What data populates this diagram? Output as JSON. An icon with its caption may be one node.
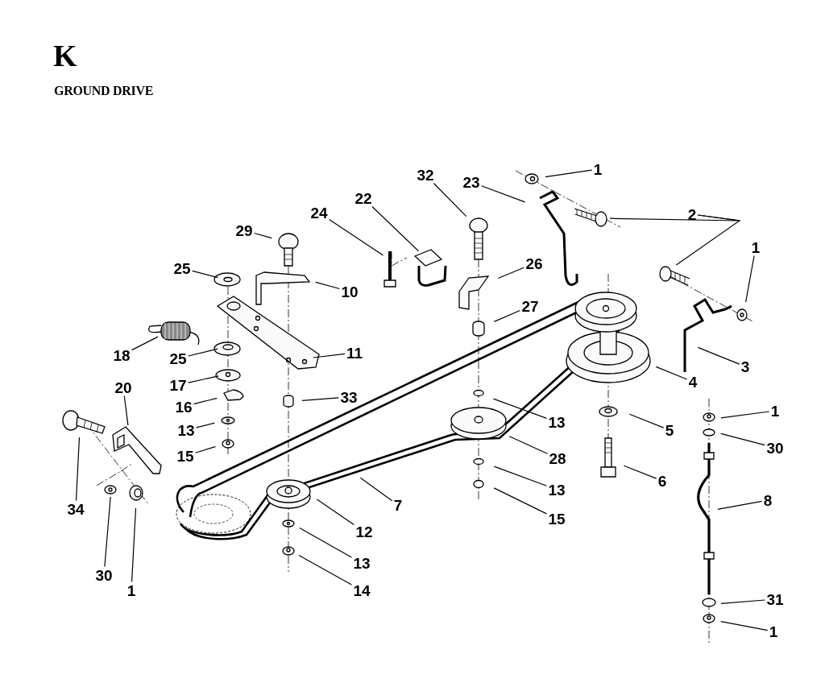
{
  "diagram": {
    "title": "GROUND DRIVE",
    "nodes": [
      {
        "text": [
          "1"
        ]
      },
      {
        "text": [
          "32"
        ]
      },
      {
        "text": [
          "23"
        ]
      },
      {
        "text": [
          "22"
        ]
      },
      {
        "text": [
          "2"
        ]
      },
      {
        "text": [
          "24"
        ]
      },
      {
        "text": [
          "29"
        ]
      },
      {
        "text": [
          "1"
        ]
      },
      {
        "text": [
          "26"
        ]
      },
      {
        "text": [
          "25"
        ]
      },
      {
        "text": [
          "10"
        ]
      },
      {
        "text": [
          "27"
        ]
      },
      {
        "text": [
          "11"
        ]
      },
      {
        "text": [
          "18"
        ]
      },
      {
        "text": [
          "25"
        ]
      },
      {
        "text": [
          "3"
        ]
      },
      {
        "text": [
          "4"
        ]
      },
      {
        "text": [
          "20"
        ]
      },
      {
        "text": [
          "17"
        ]
      },
      {
        "text": [
          "33"
        ]
      },
      {
        "text": [
          "16"
        ]
      },
      {
        "text": [
          "1"
        ]
      },
      {
        "text": [
          "13"
        ]
      },
      {
        "text": [
          "13"
        ]
      },
      {
        "text": [
          "5"
        ]
      },
      {
        "text": [
          "30"
        ]
      },
      {
        "text": [
          "15"
        ]
      },
      {
        "text": [
          "28"
        ]
      },
      {
        "text": [
          "6"
        ]
      },
      {
        "text": [
          "8"
        ]
      },
      {
        "text": [
          "7"
        ]
      },
      {
        "text": [
          "13"
        ]
      },
      {
        "text": [
          "34"
        ]
      },
      {
        "text": [
          "15"
        ]
      },
      {
        "text": [
          "12"
        ]
      },
      {
        "text": [
          "13"
        ]
      },
      {
        "text": [
          "30"
        ]
      },
      {
        "text": [
          "1"
        ]
      },
      {
        "text": [
          "14"
        ]
      },
      {
        "text": [
          "31"
        ]
      },
      {
        "text": [
          "1"
        ]
      }
    ],
    "edges": [
      {
        "from": 0,
        "to": null,
        "arrow": "none"
      },
      {
        "from": 1,
        "to": null,
        "arrow": "none"
      },
      {
        "from": 2,
        "to": null,
        "arrow": "none"
      },
      {
        "from": 3,
        "to": null,
        "arrow": "none"
      },
      {
        "from": 4,
        "to": null,
        "arrow": "none"
      },
      {
        "from": 4,
        "to": null,
        "arrow": "none"
      },
      {
        "from": 5,
        "to": null,
        "arrow": "none"
      },
      {
        "from": 6,
        "to": null,
        "arrow": "none"
      },
      {
        "from": 7,
        "to": null,
        "arrow": "none"
      },
      {
        "from": 8,
        "to": null,
        "arrow": "none"
      },
      {
        "from": 9,
        "to": null,
        "arrow": "none"
      },
      {
        "from": 10,
        "to": null,
        "arrow": "none"
      },
      {
        "from": 11,
        "to": null,
        "arrow": "none"
      },
      {
        "from": 12,
        "to": null,
        "arrow": "none"
      },
      {
        "from": 13,
        "to": null,
        "arrow": "none"
      },
      {
        "from": 14,
        "to": null,
        "arrow": "none"
      },
      {
        "from": 15,
        "to": null,
        "arrow": "none"
      },
      {
        "from": 16,
        "to": null,
        "arrow": "none"
      },
      {
        "from": 17,
        "to": null,
        "arrow": "none"
      },
      {
        "from": 18,
        "to": null,
        "arrow": "none"
      },
      {
        "from": 19,
        "to": null,
        "arrow": "none"
      },
      {
        "from": 20,
        "to": null,
        "arrow": "none"
      },
      {
        "from": 21,
        "to": null,
        "arrow": "none"
      },
      {
        "from": 22,
        "to": null,
        "arrow": "none"
      },
      {
        "from": 23,
        "to": null,
        "arrow": "none"
      },
      {
        "from": 24,
        "to": null,
        "arrow": "none"
      },
      {
        "from": 25,
        "to": null,
        "arrow": "none"
      },
      {
        "from": 26,
        "to": null,
        "arrow": "none"
      },
      {
        "from": 27,
        "to": null,
        "arrow": "none"
      },
      {
        "from": 28,
        "to": null,
        "arrow": "none"
      },
      {
        "from": 29,
        "to": null,
        "arrow": "none"
      },
      {
        "from": 30,
        "to": null,
        "arrow": "none"
      },
      {
        "from": 31,
        "to": null,
        "arrow": "none"
      },
      {
        "from": 32,
        "to": null,
        "arrow": "none"
      },
      {
        "from": 33,
        "to": null,
        "arrow": "none"
      },
      {
        "from": 34,
        "to": null,
        "arrow": "none"
      },
      {
        "from": 35,
        "to": null,
        "arrow": "none"
      },
      {
        "from": 36,
        "to": null,
        "arrow": "none"
      },
      {
        "from": 37,
        "to": null,
        "arrow": "none"
      },
      {
        "from": 38,
        "to": null,
        "arrow": "none"
      },
      {
        "from": 39,
        "to": null,
        "arrow": "none"
      },
      {
        "from": 40,
        "to": null,
        "arrow": "none"
      }
    ],
    "labels": [
      "K"
    ]
  }
}
